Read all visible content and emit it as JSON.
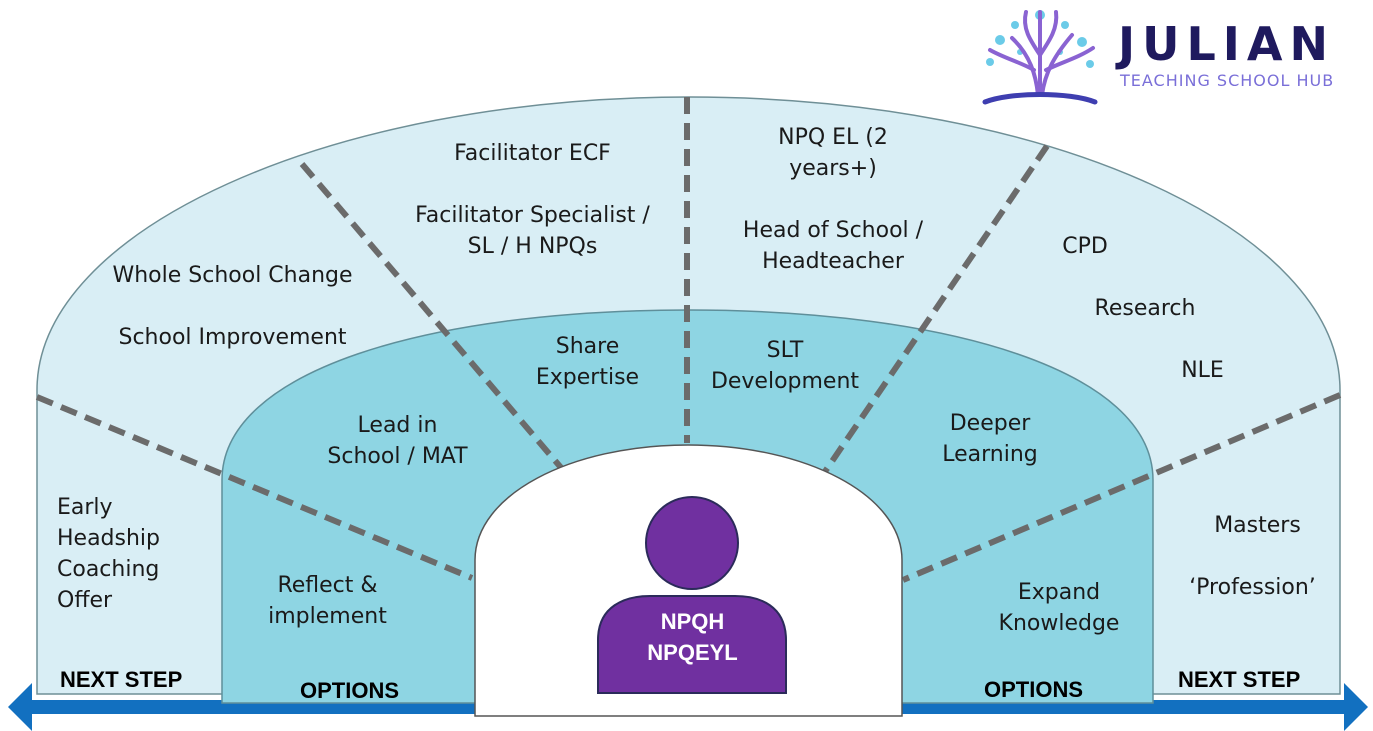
{
  "brand": {
    "name": "JULIAN",
    "tagline": "TEACHING SCHOOL HUB",
    "colors": {
      "primary": "#1f1a5e",
      "accent": "#7a6fd8",
      "leaves": "#5cc6e6"
    }
  },
  "colors": {
    "outer_band": "#d9eef5",
    "inner_band": "#8ed5e3",
    "person": "#7030a0",
    "divider": "#6b6b6b",
    "arrow": "#1270c0"
  },
  "outer_band": {
    "left_box": [
      "Early",
      "Headship",
      "Coaching",
      "Offer"
    ],
    "upper_left": [
      "Whole School Change",
      "School Improvement"
    ],
    "top_left": [
      "Facilitator ECF",
      "Facilitator Specialist /",
      "SL / H NPQs"
    ],
    "top_right": [
      "NPQ EL (2",
      "years+)",
      "Head of School /",
      "Headteacher"
    ],
    "upper_right": [
      "CPD",
      "Research",
      "NLE"
    ],
    "right_box": [
      "Masters",
      "‘Profession’"
    ]
  },
  "inner_band": {
    "left_low": [
      "Reflect &",
      "implement"
    ],
    "left_mid": [
      "Lead in",
      "School / MAT"
    ],
    "top_left": [
      "Share",
      "Expertise"
    ],
    "top_right": [
      "SLT",
      "Development"
    ],
    "right_mid": [
      "Deeper",
      "Learning"
    ],
    "right_low": [
      "Expand",
      "Knowledge"
    ]
  },
  "person": {
    "lines": [
      "NPQH",
      "NPQEYL"
    ]
  },
  "footer": {
    "left_next": "NEXT STEP",
    "left_options": "OPTIONS",
    "right_options": "OPTIONS",
    "right_next": "NEXT STEP"
  }
}
